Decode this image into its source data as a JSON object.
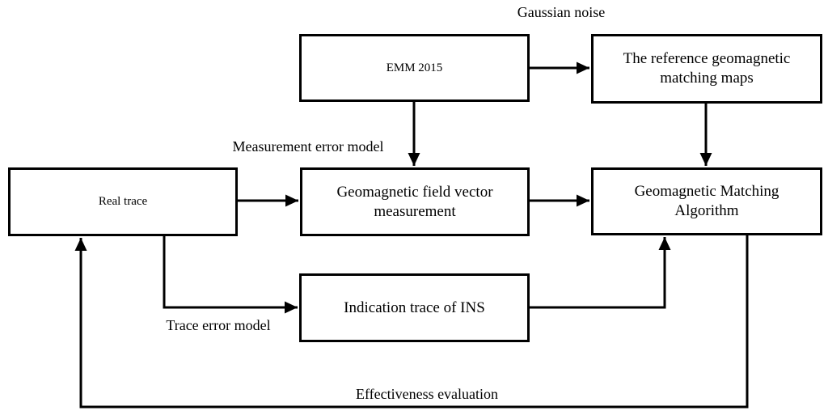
{
  "diagram": {
    "type": "flowchart",
    "background_color": "#ffffff",
    "stroke_color": "#000000",
    "nodes": {
      "emm": {
        "label": "EMM 2015"
      },
      "reference_maps": {
        "label": "The reference geomagnetic matching maps"
      },
      "real_trace": {
        "label": "Real trace"
      },
      "field_measurement": {
        "label": "Geomagnetic field vector measurement"
      },
      "matching_algorithm": {
        "label": "Geomagnetic Matching Algorithm"
      },
      "ins_trace": {
        "label": "Indication trace of INS"
      }
    },
    "edge_labels": {
      "gaussian_noise": "Gaussian noise",
      "measurement_error_model": "Measurement error model",
      "trace_error_model": "Trace error model",
      "effectiveness_evaluation": "Effectiveness evaluation"
    },
    "connections": [
      {
        "from": "emm",
        "to": "reference_maps",
        "label": "Gaussian noise"
      },
      {
        "from": "emm",
        "to": "field_measurement",
        "label": "Measurement error model"
      },
      {
        "from": "reference_maps",
        "to": "matching_algorithm",
        "label": ""
      },
      {
        "from": "real_trace",
        "to": "field_measurement",
        "label": ""
      },
      {
        "from": "field_measurement",
        "to": "matching_algorithm",
        "label": ""
      },
      {
        "from": "real_trace",
        "to": "ins_trace",
        "label": "Trace error model"
      },
      {
        "from": "ins_trace",
        "to": "matching_algorithm",
        "label": ""
      },
      {
        "from": "matching_algorithm",
        "to": "real_trace",
        "label": "Effectiveness evaluation"
      }
    ]
  }
}
